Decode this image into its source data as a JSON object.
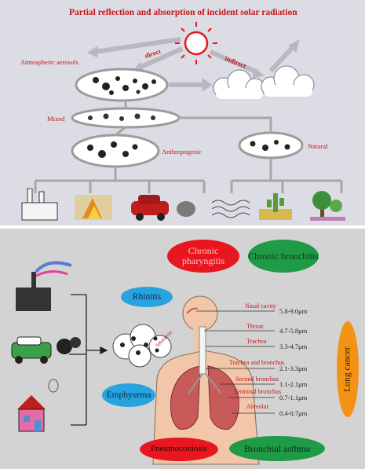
{
  "top": {
    "title": "Partial reflection and absorption of incident solar radiation",
    "direct": "direct",
    "indirect": "indirect",
    "aerosols": "Atmospheric aerosols",
    "mixed": "Mixed",
    "anthropogenic": "Anthropogenic",
    "natural": "Natural"
  },
  "bottom": {
    "diseases": {
      "chronic_pharyngitis": "Chronic pharyngitis",
      "chronic_bronchitis": "Chronic bronchitis",
      "rhinitis": "Rhinitis",
      "emphysema": "Emphysema",
      "lung_cancer": "Lung cancer",
      "pneumoconiosis": "Pneumoconiosis",
      "bronchial_asthma": "Bronchial asthma"
    },
    "inhalation": "Inhalation",
    "organs": [
      {
        "name": "Nasal cavity",
        "size": "5.8-9.0μm"
      },
      {
        "name": "Throat",
        "size": "4.7-5.8μm"
      },
      {
        "name": "Trachea",
        "size": "3.3-4.7μm"
      },
      {
        "name": "Trachea and bronchus",
        "size": "2.1-3.3μm"
      },
      {
        "name": "Second bronchus",
        "size": "1.1-2.1μm"
      },
      {
        "name": "Terminal bronchus",
        "size": "0.7-1.1μm"
      },
      {
        "name": "Alveolar",
        "size": "0.4-0.7μm"
      }
    ]
  },
  "colors": {
    "red_oval": "#e8161f",
    "green_oval": "#1f9a47",
    "blue_oval": "#27a3e0",
    "orange_oval": "#f39315",
    "label_red": "#c4161c"
  }
}
